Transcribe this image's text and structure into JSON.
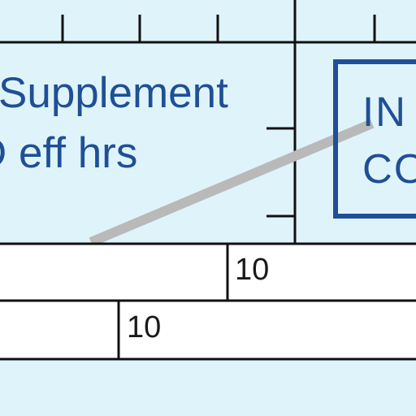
{
  "supplement_label": {
    "line1": "Supplement",
    "line2": "D eff hrs"
  },
  "boxed_label": {
    "line1": "IN",
    "line2": "CO"
  },
  "scale_bar": {
    "upper_value": "10",
    "lower_value": "10"
  },
  "colors": {
    "background": "#dff4fa",
    "label_blue": "#1f4f96",
    "box_border": "#1f4f96",
    "line_black": "#111111",
    "leader_gray": "#b9b9b9",
    "bar_fill": "#ffffff"
  }
}
